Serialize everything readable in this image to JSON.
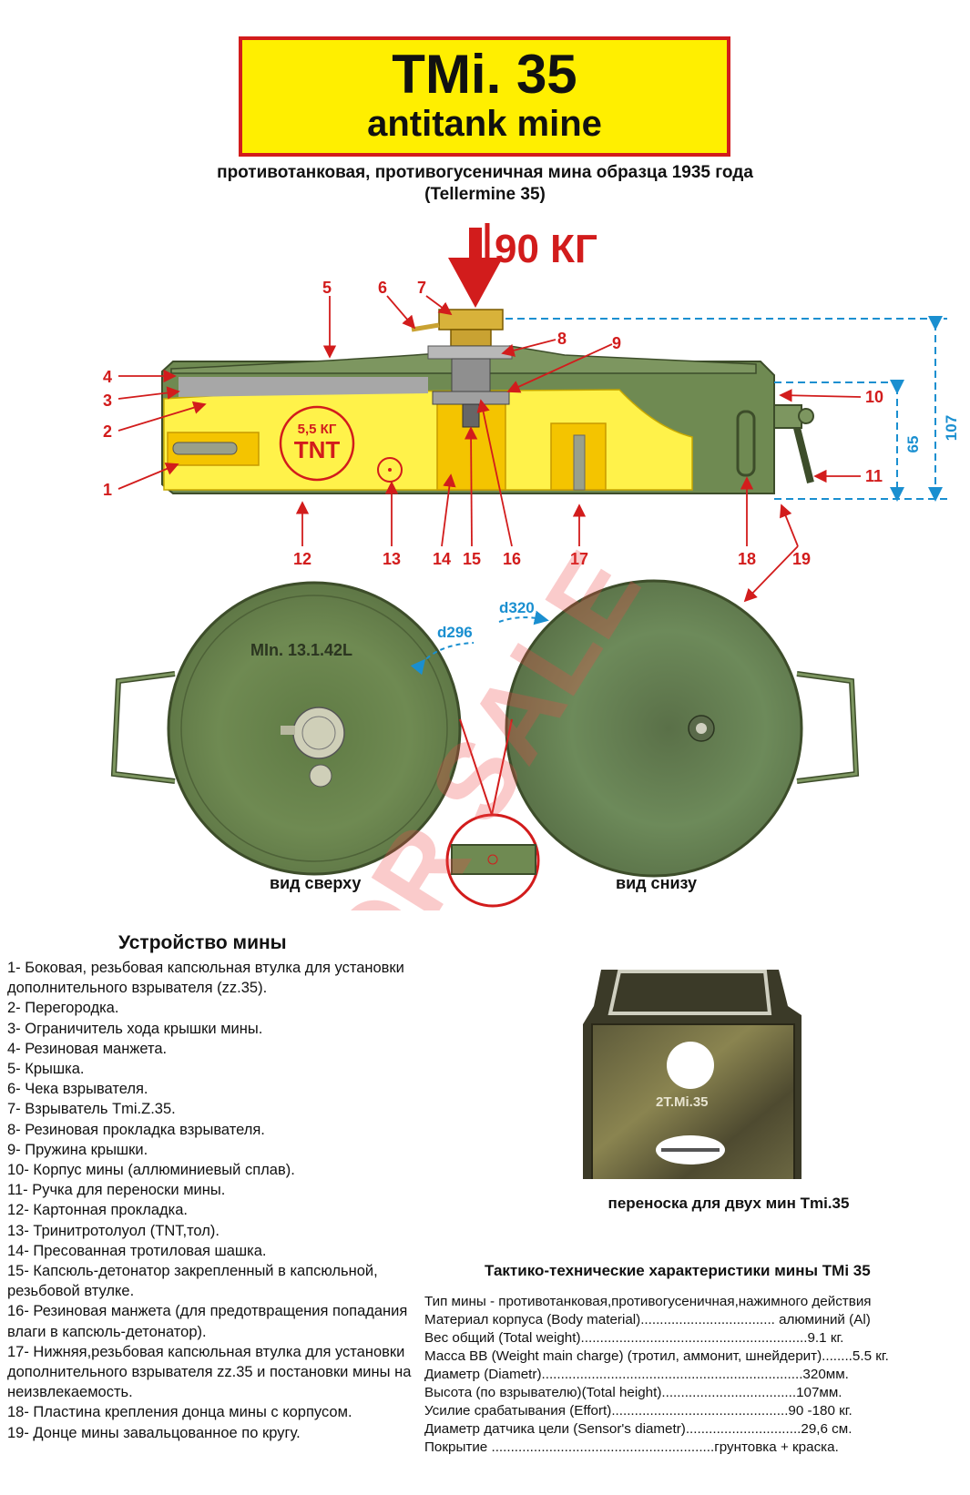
{
  "header": {
    "title": "TMi. 35",
    "subtitle": "antitank mine",
    "description": "противотанковая, противогусеничная мина образца 1935 года",
    "alias": "(Tellermine 35)"
  },
  "diagram": {
    "force_label": "90 КГ",
    "charge_label_mass": "5,5 КГ",
    "charge_label_type": "TNT",
    "dim_height_total": "107",
    "dim_height_body": "65",
    "dim_inner_diameter": "d296",
    "dim_outer_diameter": "d320",
    "marking_top": "MIn. 13.1.42L",
    "callouts": [
      "1",
      "2",
      "3",
      "4",
      "5",
      "6",
      "7",
      "8",
      "9",
      "10",
      "11",
      "12",
      "13",
      "14",
      "15",
      "16",
      "17",
      "18",
      "19"
    ],
    "view_top_label": "вид сверху",
    "view_bottom_label": "вид снизу",
    "watermark": "NOT FOR SALE"
  },
  "legend": {
    "title": "Устройство мины",
    "items": [
      "1- Боковая, резьбовая капсюльная втулка для установки дополнительного взрывателя (zz.35).",
      "2- Перегородка.",
      "3- Ограничитель хода крышки мины.",
      "4- Резиновая манжета.",
      "5- Крышка.",
      "6- Чека взрывателя.",
      "7- Взрыватель Tmi.Z.35.",
      "8- Резиновая прокладка взрывателя.",
      "9- Пружина крышки.",
      "10- Корпус мины (аллюминиевый сплав).",
      "11- Ручка для переноски мины.",
      "12- Картонная прокладка.",
      "13- Тринитротолуол (TNT,тол).",
      "14- Пресованная тротиловая шашка.",
      "15- Капсюль-детонатор закрепленный в капсюльной, резьбовой втулке.",
      "16- Резиновая манжета (для предотвращения попадания влаги в капсюль-детонатор).",
      "17- Нижняя,резьбовая капсюльная втулка для установки дополнительного взрывателя zz.35 и постановки мины на неизвлекаемость.",
      "18- Пластина крепления донца мины с корпусом.",
      "19- Донце мины завальцованное по кругу."
    ]
  },
  "photo": {
    "marking": "2T.Mi.35",
    "caption": "переноска для двух мин Tmi.35"
  },
  "specs": {
    "title": "Тактико-технические характеристики мины TMi 35",
    "rows": [
      "Тип мины - противотанковая,противогусеничная,нажимного действия",
      "Материал корпуса (Body material)...................................  алюминий (Al)",
      "Вес общий (Total weight)...........................................................9.1 кг.",
      "Масса ВВ (Weight main charge) (тротил, аммонит, шнейдерит)........5.5 кг.",
      "Диаметр (Diametr)....................................................................320мм.",
      "Высота (по взрывателю)(Total height)...................................107мм.",
      "Усилие срабатывания (Effort)..............................................90 -180 кг.",
      "Диаметр датчика цели (Sensor's diametr)..............................29,6 см.",
      "Покрытие ..........................................................грунтовка + краска."
    ]
  },
  "colors": {
    "title_bg": "#ffef00",
    "title_border": "#d21c1c",
    "mine_green": "#6f8a52",
    "explosive_yellow": "#fff24a",
    "callout_red": "#d21c1c",
    "dimension_blue": "#1a8fd0"
  }
}
